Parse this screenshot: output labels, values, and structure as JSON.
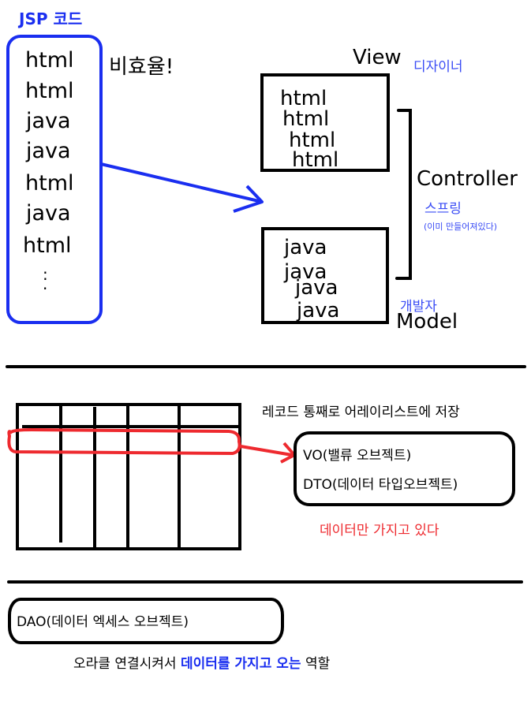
{
  "colors": {
    "blue": "#1a2ef0",
    "label_blue": "#3a4cf5",
    "red": "#ee2a2f",
    "black": "#000000"
  },
  "jsp": {
    "title": "JSP 코드",
    "lines": [
      "html",
      "html",
      "java",
      "java",
      "html",
      "java",
      "html"
    ],
    "ellipsis": ":",
    "inefficient_label": "비효율!"
  },
  "mvc": {
    "view_label": "View",
    "view_role": "디자이너",
    "view_lines": [
      "html",
      "html",
      "html",
      "html"
    ],
    "controller_label": "Controller",
    "controller_role": "스프링",
    "controller_note": "(이미 만들어져있다)",
    "model_role": "개발자",
    "model_label": "Model",
    "model_lines": [
      "java",
      "java",
      "java",
      "java"
    ]
  },
  "vo_section": {
    "caption": "레코드 통째로 어레이리스트에 저장",
    "vo_label": "VO(밸류 오브젝트)",
    "dto_label": "DTO(데이터 타입오브젝트)",
    "data_only_note": "데이터만 가지고 있다"
  },
  "dao_section": {
    "dao_label": "DAO(데이터 엑세스 오브젝트)",
    "description_prefix": "오라클 연결시켜서 ",
    "description_highlight": "데이터를 가지고 오는",
    "description_suffix": " 역할"
  }
}
